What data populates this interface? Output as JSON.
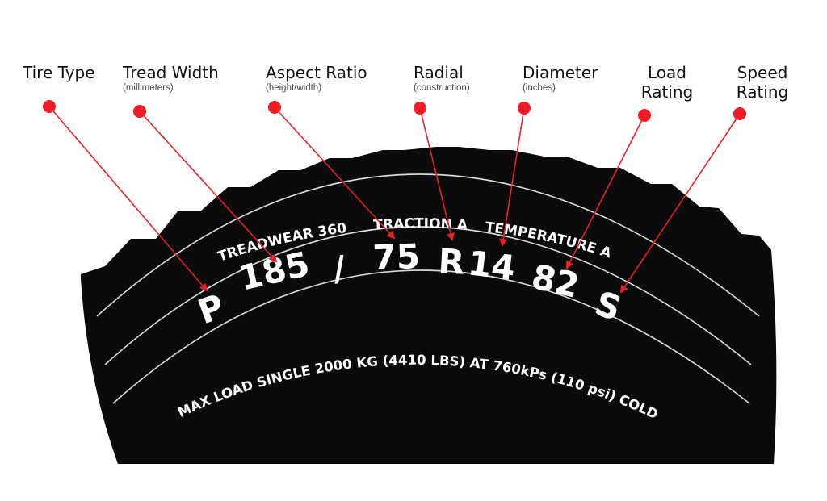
{
  "colors": {
    "tire": "#0b0b0b",
    "groove": "#d9d9d9",
    "arrow": "#e8202a",
    "dot": "#ee1c25",
    "label_text": "#111111",
    "sub_text": "#444444"
  },
  "labels": [
    {
      "id": "tire-type",
      "title": "Tire Type",
      "subtitle": ""
    },
    {
      "id": "tread-width",
      "title": "Tread Width",
      "subtitle": "(millimeters)"
    },
    {
      "id": "aspect-ratio",
      "title": "Aspect Ratio",
      "subtitle": "(height/width)"
    },
    {
      "id": "radial",
      "title": "Radial",
      "subtitle": "(construction)"
    },
    {
      "id": "diameter",
      "title": "Diameter",
      "subtitle": "(inches)"
    },
    {
      "id": "load-rating",
      "title": "Load",
      "title2": "Rating",
      "subtitle": ""
    },
    {
      "id": "speed-rating",
      "title": "Speed",
      "title2": "Rating",
      "subtitle": ""
    }
  ],
  "tire": {
    "treadwear": "TREADWEAR 360",
    "traction": "TRACTION A",
    "temperature": "TEMPERATURE A",
    "size_parts": [
      "P",
      "185",
      "/",
      "75",
      "R",
      "14",
      "82",
      "S"
    ],
    "max_load": "MAX LOAD SINGLE 2000 KG (4410 LBS) AT 760kPs (110 psi) COLD"
  }
}
